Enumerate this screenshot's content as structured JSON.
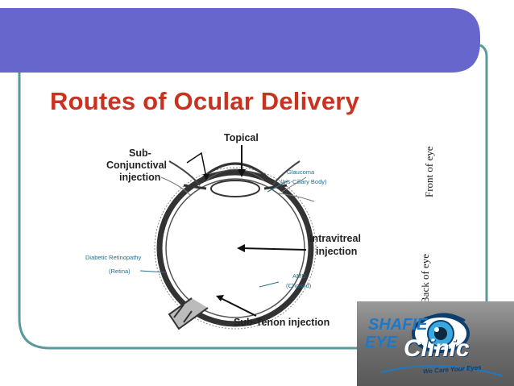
{
  "slide": {
    "title": "Routes of Ocular Delivery"
  },
  "diagram": {
    "labels": {
      "topical": "Topical",
      "subconj_1": "Sub-",
      "subconj_2": "Conjunctival",
      "subconj_3": "injection",
      "glaucoma_1": "Glaucoma",
      "glaucoma_2": "(Iris-Ciliary Body)",
      "intravitreal_1": "Intravitreal",
      "intravitreal_2": "injection",
      "dr_1": "Diabetic Retinopathy",
      "dr_2": "(Retina)",
      "amd_1": "AMD",
      "amd_2": "(Choroid)",
      "subtenon": "Sub-Tenon injection",
      "front_of_eye": "Front of eye",
      "back_of_eye": "Back of eye"
    }
  },
  "logo": {
    "line1": "SHAFIE",
    "line2": "EYE",
    "line3": "Clinic",
    "tagline": "We Care Your Eyes"
  },
  "colors": {
    "header_bar": "#6666cc",
    "frame": "#5a9a9a",
    "title": "#c8321e",
    "logo_blue": "#1e78c8"
  }
}
